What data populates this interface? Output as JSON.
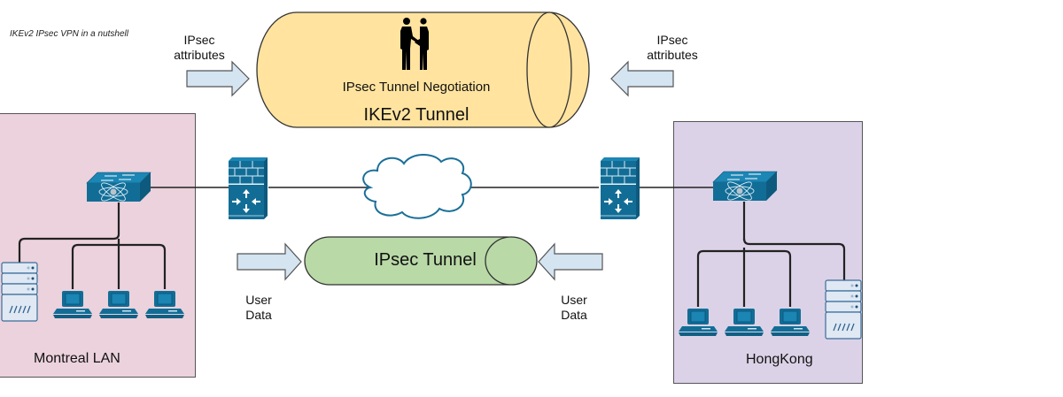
{
  "caption": "IKEv2 IPsec VPN in a nutshell",
  "ike_tunnel": {
    "title": "IKEv2 Tunnel",
    "subtitle": "IPsec Tunnel Negotiation",
    "icon": "handshake-people-icon",
    "fill": "#ffe39f"
  },
  "ipsec_tunnel": {
    "title": "IPsec Tunnel",
    "fill": "#b9d9a7"
  },
  "arrows": {
    "attributes_left": {
      "line1": "IPsec",
      "line2": "attributes"
    },
    "attributes_right": {
      "line1": "IPsec",
      "line2": "attributes"
    },
    "userdata_left": {
      "line1": "User",
      "line2": "Data"
    },
    "userdata_right": {
      "line1": "User",
      "line2": "Data"
    },
    "fill": "#d4e4f1"
  },
  "sites": {
    "left": {
      "name": "Montreal LAN",
      "fill": "#ebd2dc",
      "devices": [
        "switch",
        "server",
        "pc",
        "pc",
        "pc"
      ]
    },
    "right": {
      "name": "HongKong",
      "fill": "#dcd2e7",
      "devices": [
        "switch",
        "pc",
        "pc",
        "pc",
        "server"
      ]
    }
  },
  "wan": {
    "devices": [
      "firewall",
      "internet-cloud",
      "firewall"
    ]
  },
  "colors": {
    "device_blue": "#126d96",
    "server_fill": "#dfe8f3",
    "line": "#222222"
  }
}
